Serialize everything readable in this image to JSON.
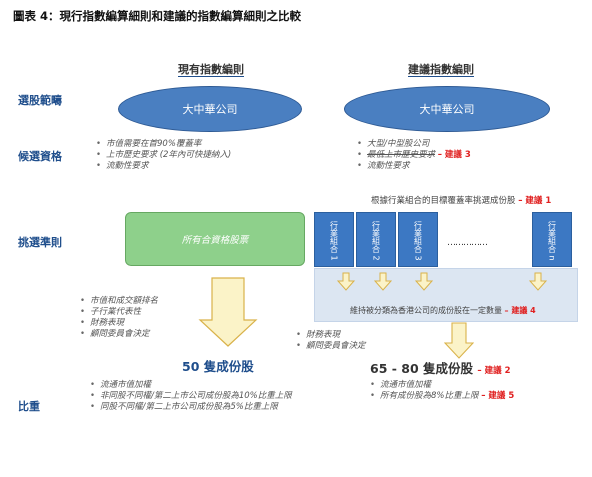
{
  "title": "圖表 4：現行指數編算細則和建議的指數編算細則之比較",
  "rows": {
    "universe": "選股範疇",
    "eligibility": "候選資格",
    "selection": "挑選準則",
    "weighting": "比重"
  },
  "columns": {
    "current": "現有指數編則",
    "proposed": "建議指數編則"
  },
  "universe": {
    "current": "大中華公司",
    "proposed": "大中華公司"
  },
  "eligibility": {
    "current": [
      "市值需要在首90%覆蓋率",
      "上市歷史要求 (2年內可快捷納入)",
      "流動性要求"
    ],
    "proposed_1": "大型/中型股公司",
    "proposed_2": "最低上市歷史要求",
    "proposed_2_tag": "– 建議 3",
    "proposed_3": "流動性要求"
  },
  "selection": {
    "current_box": "所有合資格股票",
    "target_note": "根據行業組合的目標覆蓋率挑選成份股",
    "target_note_tag": "– 建議 1",
    "groups": [
      "行業組合 1",
      "行業組合 2",
      "行業組合 3",
      "行業組合 n"
    ],
    "dots": "……………",
    "maintain_note": "維持被分類為香港公司的成份股在一定數量",
    "maintain_note_tag": "– 建議 4",
    "current_criteria": [
      "市值和成交額排名",
      "子行業代表性",
      "財務表現",
      "顧問委員會決定"
    ],
    "proposed_criteria": [
      "財務表現",
      "顧問委員會決定"
    ]
  },
  "counts": {
    "current": "50 隻成份股",
    "proposed": "65 - 80 隻成份股",
    "proposed_tag": "– 建議 2"
  },
  "weighting": {
    "current": [
      "流通市值加權",
      "非同股不同權/第二上市公司成份股為10%比重上限",
      "同股不同權/第二上市公司成份股為5%比重上限"
    ],
    "proposed_1": "流通市值加權",
    "proposed_2": "所有成份股為8%比重上限",
    "proposed_2_tag": "– 建議 5"
  },
  "colors": {
    "accent_blue": "#1f4e8c",
    "ellipse": "#4a7fc1",
    "green_box": "#8ed08b",
    "category_box": "#3c78c3",
    "arrow_fill": "#fbf3c8",
    "arrow_stroke": "#d9b24a",
    "highlight_red": "#e02020"
  }
}
